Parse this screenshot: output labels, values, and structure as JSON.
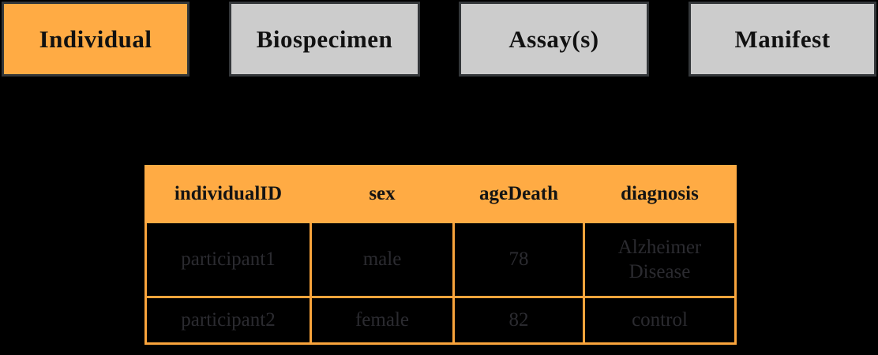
{
  "colors": {
    "background": "#000000",
    "active_tab_orange": "#FFAB44",
    "inactive_tab_gray": "#CCCCCC",
    "tab_border": "#333639",
    "table_header_orange": "#FFAB44",
    "table_grid_orange": "#F9A43C",
    "table_body_text": "#2B2B30",
    "tab_text": "#111111"
  },
  "tabs": [
    {
      "label": "Individual",
      "active": true
    },
    {
      "label": "Biospecimen",
      "active": false
    },
    {
      "label": "Assay(s)",
      "active": false
    },
    {
      "label": "Manifest",
      "active": false
    }
  ],
  "table": {
    "columns": [
      "individualID",
      "sex",
      "ageDeath",
      "diagnosis"
    ],
    "rows": [
      [
        "participant1",
        "male",
        "78",
        "Alzheimer Disease"
      ],
      [
        "participant2",
        "female",
        "82",
        "control"
      ]
    ]
  }
}
